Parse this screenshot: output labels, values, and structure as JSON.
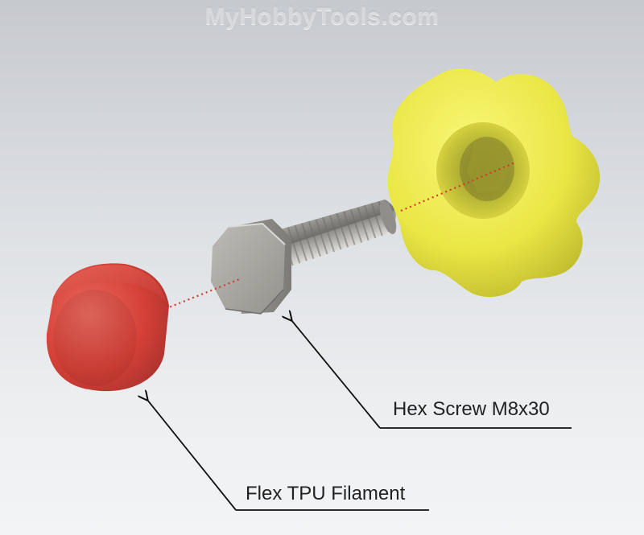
{
  "watermark": "MyHobbyTools.com",
  "callouts": {
    "screw": "Hex Screw M8x30",
    "tpu": "Flex TPU Filament"
  },
  "colors": {
    "knob_yellow": "#ecea4a",
    "cap_red": "#d9453e",
    "screw_steel": "#a9a8a4",
    "axis_line": "#d23a2c"
  }
}
